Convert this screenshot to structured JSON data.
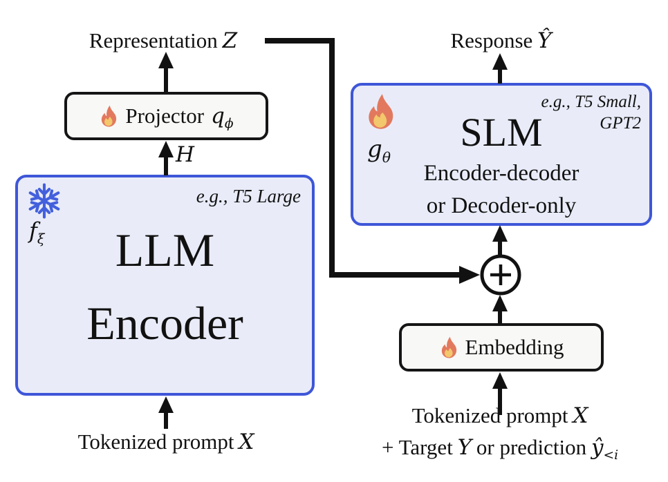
{
  "left_column": {
    "representation": {
      "text": "Representation",
      "var": "Z"
    },
    "projector": {
      "label": "Projector",
      "var": "q",
      "var_sub": "ϕ"
    },
    "hidden_var": "H",
    "llm": {
      "example": "e.g., T5 Large",
      "param": "f",
      "param_sub": "ξ",
      "title_line1": "LLM",
      "title_line2": "Encoder"
    },
    "input": {
      "text": "Tokenized prompt",
      "var": "X"
    }
  },
  "right_column": {
    "response": {
      "text": "Response",
      "var": "Ŷ"
    },
    "slm": {
      "example_line1": "e.g., T5 Small,",
      "example_line2": "GPT2",
      "param": "g",
      "param_sub": "θ",
      "title": "SLM",
      "subtitle_line1": "Encoder-decoder",
      "subtitle_line2": "or Decoder-only"
    },
    "embedding": {
      "label": "Embedding"
    },
    "input": {
      "line1_text": "Tokenized prompt",
      "line1_var": "X",
      "line2_prefix": "+ Target",
      "line2_var1": "Y",
      "line2_mid": "or prediction",
      "line2_var2": "ŷ",
      "line2_var2_sub": "<i"
    }
  },
  "icons": {
    "flame": "flame-icon (trainable)",
    "snowflake": "snowflake-icon (frozen)",
    "plus": "plus-circle-icon (addition node)"
  },
  "colors": {
    "blue_border": "#3e56d8",
    "lavender_fill": "#e9ecf8",
    "dark_border": "#151515",
    "offwhite_fill": "#f8f8f6",
    "flame_outer": "#e2795e",
    "flame_inner": "#f3c76b",
    "snowflake": "#4360dc",
    "arrow": "#111111"
  }
}
